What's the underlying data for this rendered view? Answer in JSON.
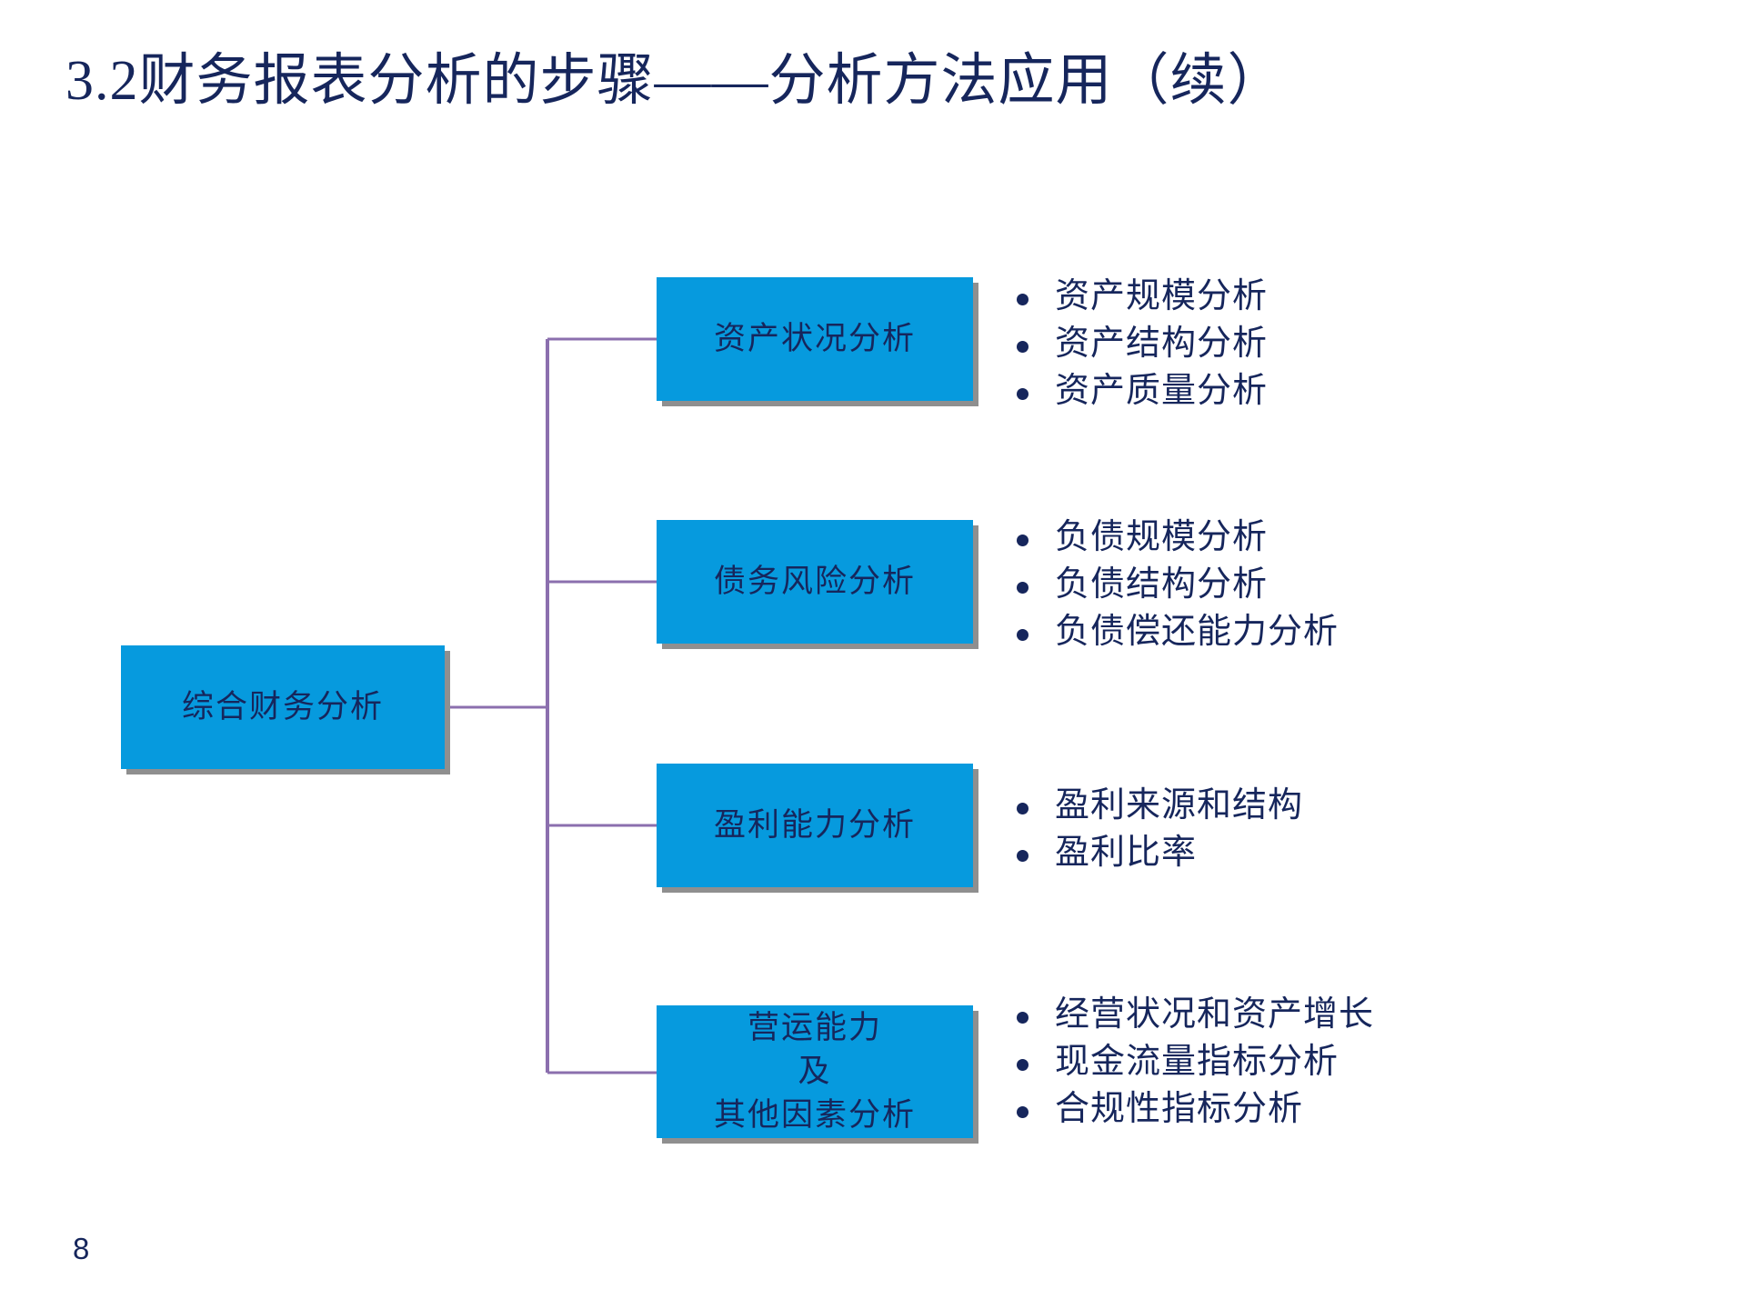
{
  "slide": {
    "title": "3.2财务报表分析的步骤——分析方法应用（续）",
    "page_number": "8",
    "colors": {
      "node_fill": "#069ADE",
      "node_shadow": "#8f8f8f",
      "text_navy": "#16265c",
      "connector_purple": "#8b6fae",
      "background": "#ffffff"
    }
  },
  "diagram": {
    "type": "tree",
    "root": {
      "label": "综合财务分析"
    },
    "branches": [
      {
        "label": "资产状况分析",
        "bullets": [
          "资产规模分析",
          "资产结构分析",
          "资产质量分析"
        ]
      },
      {
        "label": "债务风险分析",
        "bullets": [
          "负债规模分析",
          "负债结构分析",
          "负债偿还能力分析"
        ]
      },
      {
        "label": "盈利能力分析",
        "bullets": [
          "盈利来源和结构",
          "盈利比率"
        ]
      },
      {
        "label": "营运能力\n及\n其他因素分析",
        "bullets": [
          "经营状况和资产增长",
          "现金流量指标分析",
          "合规性指标分析"
        ]
      }
    ]
  }
}
